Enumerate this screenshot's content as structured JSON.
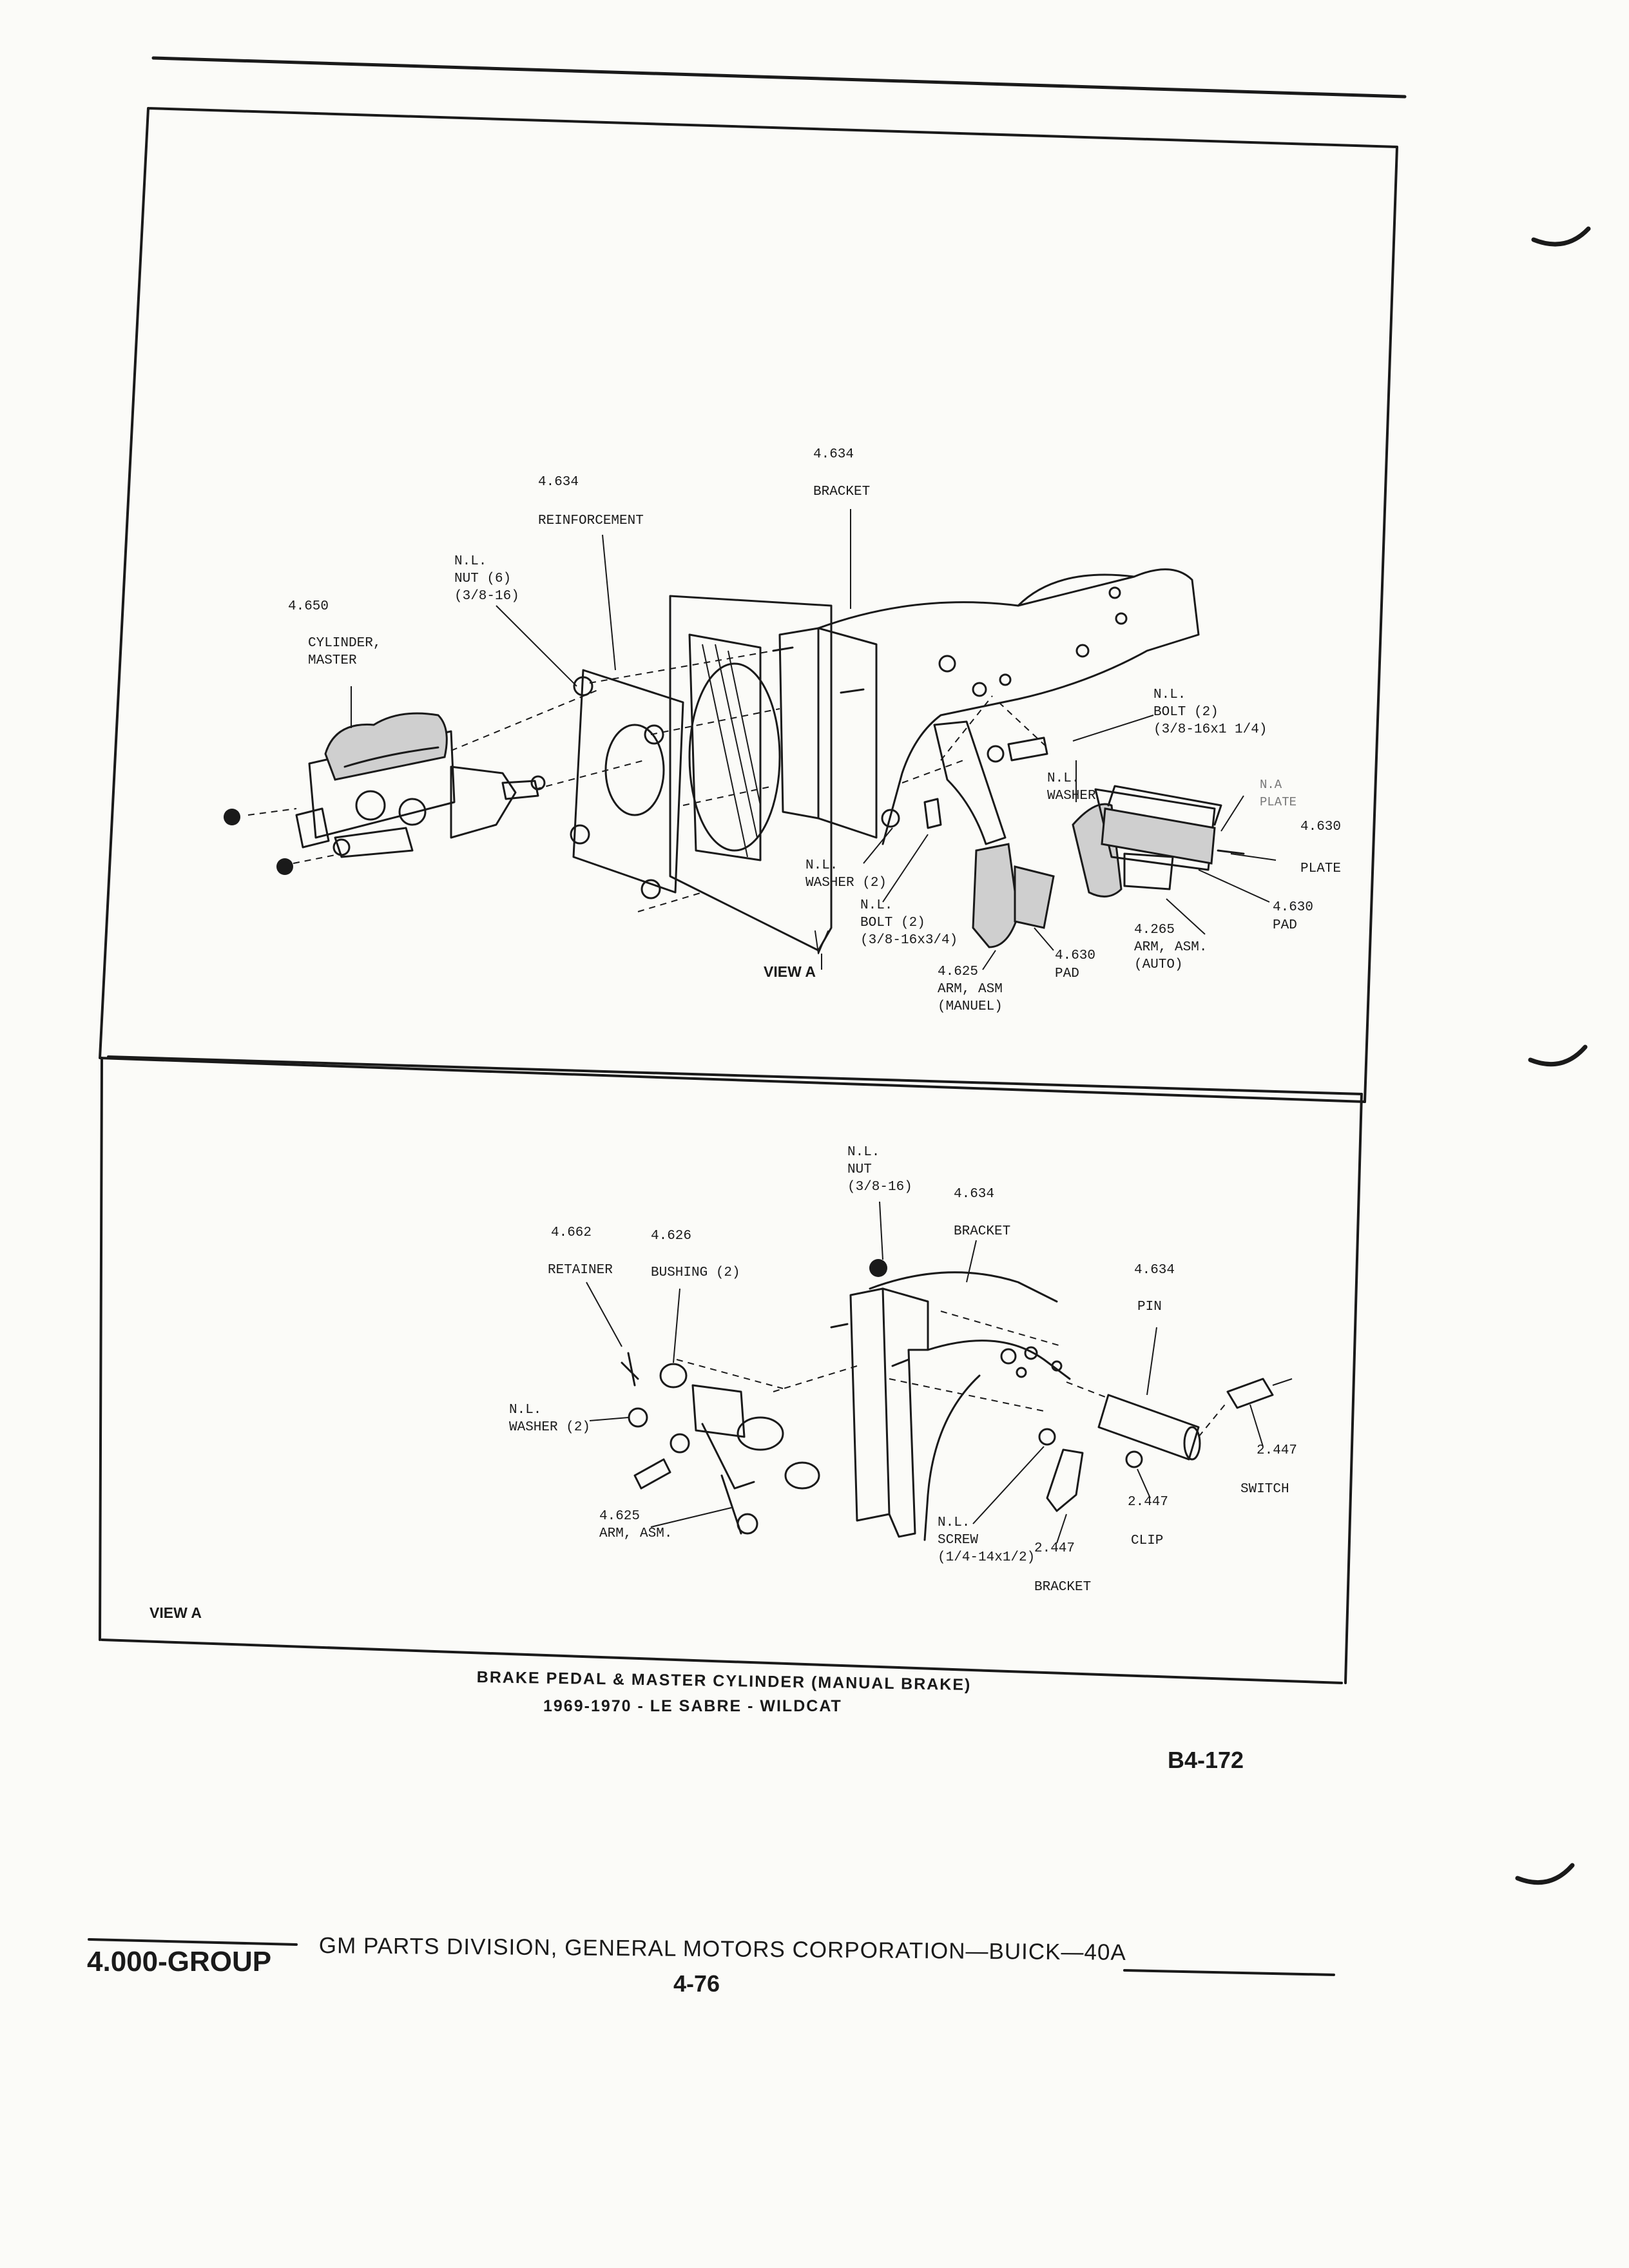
{
  "top": {
    "master_cylinder": {
      "number": "4.650",
      "name": "CYLINDER,\nMASTER"
    },
    "reinforcement": {
      "number": "4.634",
      "name": "REINFORCEMENT"
    },
    "nut": {
      "text": "N.L.\nNUT (6)\n(3/8-16)"
    },
    "bracket": {
      "number": "4.634",
      "name": "BRACKET"
    },
    "bolt_upper": {
      "text": "N.L.\nBOLT (2)\n(3/8-16x1 1/4)"
    },
    "washer_upper": {
      "text": "N.L.\nWASHER"
    },
    "na_plate": {
      "text": "N.A\nPLATE"
    },
    "plate": {
      "number": "4.630",
      "name": "PLATE"
    },
    "pad_auto": {
      "number": "4.630",
      "name": "PAD"
    },
    "arm_auto": {
      "text": "4.265\nARM, ASM.\n(AUTO)"
    },
    "washer_lower": {
      "text": "N.L.\nWASHER (2)"
    },
    "bolt_lower": {
      "text": "N.L.\nBOLT (2)\n(3/8-16x3/4)"
    },
    "pad_manual": {
      "number": "4.630",
      "name": "PAD"
    },
    "arm_manual": {
      "text": "4.625\nARM, ASM\n(MANUEL)"
    },
    "view_a": "VIEW A"
  },
  "bottom": {
    "nut": {
      "text": "N.L.\nNUT\n(3/8-16)"
    },
    "bracket": {
      "number": "4.634",
      "name": "BRACKET"
    },
    "retainer": {
      "number": "4.662",
      "name": "RETAINER"
    },
    "bushing": {
      "number": "4.626",
      "name": "BUSHING (2)"
    },
    "pin": {
      "number": "4.634",
      "name": "PIN"
    },
    "washer": {
      "text": "N.L.\nWASHER (2)"
    },
    "switch_num": "2.447",
    "switch_name": "SWITCH",
    "clip_num": "2.447",
    "clip_name": "CLIP",
    "arm": {
      "text": "4.625\nARM, ASM."
    },
    "screw": {
      "text": "N.L.\nSCREW\n(1/4-14x1/2)"
    },
    "switch_bracket": {
      "number": "2.447",
      "name": "BRACKET"
    },
    "view_a": "VIEW A"
  },
  "caption": {
    "line1": "BRAKE PEDAL & MASTER CYLINDER (MANUAL BRAKE)",
    "line2": "1969-1970 - LE SABRE - WILDCAT"
  },
  "page_code": "B4-172",
  "footer": {
    "group": "4.000-GROUP",
    "division": "GM PARTS DIVISION, GENERAL MOTORS CORPORATION—BUICK—40A",
    "page": "4-76"
  }
}
